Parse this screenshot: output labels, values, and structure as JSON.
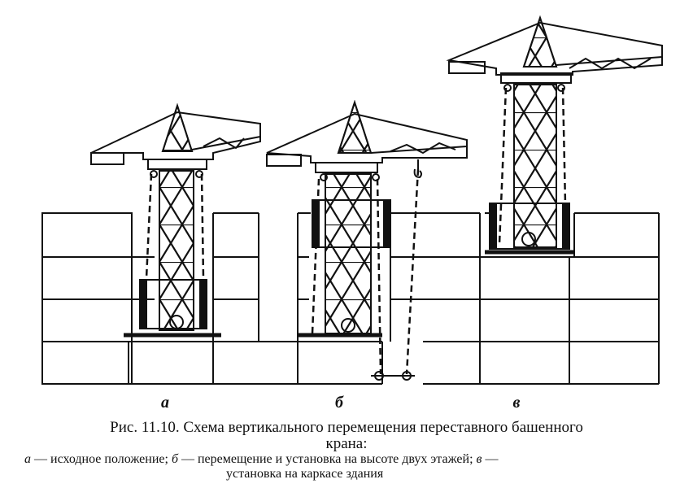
{
  "figure": {
    "panels": [
      {
        "id": "a",
        "label": "а"
      },
      {
        "id": "b",
        "label": "б"
      },
      {
        "id": "c",
        "label": "в"
      }
    ]
  },
  "caption": {
    "prefix": "Рис. 11.10. ",
    "title": "Схема вертикального перемещения переставного башенного",
    "title_cont": "крана:",
    "items": [
      {
        "key": "а",
        "text": " — исходное положение; "
      },
      {
        "key": "б",
        "text": " — перемещение и установка на высоте двух этажей; "
      },
      {
        "key": "в",
        "text": " —"
      }
    ],
    "last_line": "установка на каркасе здания"
  },
  "colors": {
    "ink": "#111111",
    "paper": "#ffffff"
  }
}
